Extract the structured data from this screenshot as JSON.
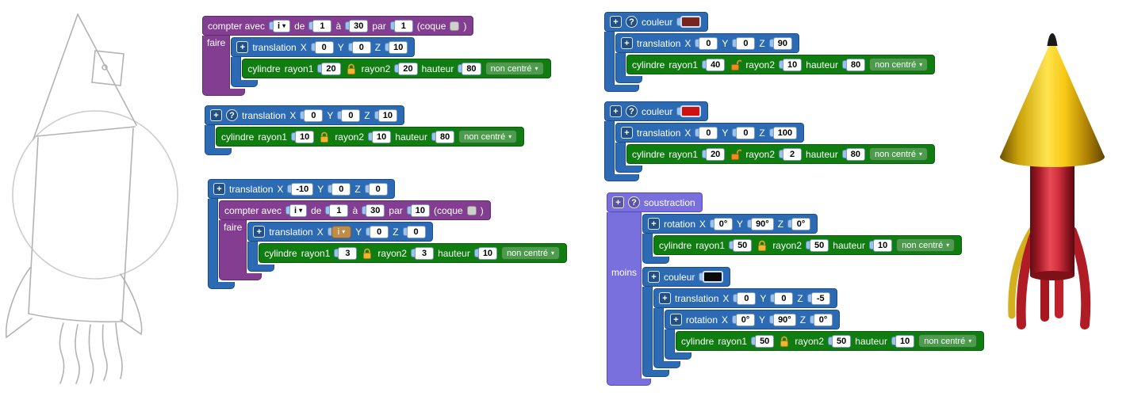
{
  "icons": {
    "plus": "+",
    "help": "?",
    "caret_down": "▾"
  },
  "labels": {
    "compter_avec": "compter avec",
    "de": "de",
    "a": "à",
    "par": "par",
    "coque": "(coque",
    "paren_close": ")",
    "faire": "faire",
    "moins": "moins",
    "translation": "translation",
    "rotation": "rotation",
    "cylindre": "cylindre",
    "couleur": "couleur",
    "soustraction": "soustraction",
    "rayon1": "rayon1",
    "rayon2": "rayon2",
    "hauteur": "hauteur",
    "x": "X",
    "y": "Y",
    "z": "Z"
  },
  "dropdowns": {
    "non_centre": "non centré",
    "var_i": "i"
  },
  "colors": {
    "swatch_dark_red": "#7a2420",
    "swatch_red": "#ce1212",
    "swatch_black": "#0a0a0a"
  },
  "stack1": {
    "loop": {
      "var": "i",
      "from": "1",
      "to": "30",
      "by": "1"
    },
    "translation": {
      "x": "0",
      "y": "0",
      "z": "10"
    },
    "cylindre": {
      "rayon1": "20",
      "rayon2": "20",
      "hauteur": "80",
      "centre": "non centré"
    }
  },
  "stack2": {
    "translation": {
      "x": "0",
      "y": "0",
      "z": "10"
    },
    "cylindre": {
      "rayon1": "10",
      "rayon2": "10",
      "hauteur": "80",
      "centre": "non centré"
    }
  },
  "stack3": {
    "translation": {
      "x": "-10",
      "y": "0",
      "z": "0"
    },
    "loop": {
      "var": "i",
      "from": "1",
      "to": "30",
      "by": "10"
    },
    "inner_translation": {
      "x": "i",
      "y": "0",
      "z": "0"
    },
    "cylindre": {
      "rayon1": "3",
      "rayon2": "3",
      "hauteur": "10",
      "centre": "non centré"
    }
  },
  "stack4": {
    "translation": {
      "x": "0",
      "y": "0",
      "z": "90"
    },
    "cylindre": {
      "rayon1": "40",
      "rayon2": "10",
      "hauteur": "80",
      "centre": "non centré"
    }
  },
  "stack5": {
    "translation": {
      "x": "0",
      "y": "0",
      "z": "100"
    },
    "cylindre": {
      "rayon1": "20",
      "rayon2": "2",
      "hauteur": "80",
      "centre": "non centré"
    }
  },
  "stack6": {
    "rotation1": {
      "x": "0°",
      "y": "90°",
      "z": "0°"
    },
    "cylindre1": {
      "rayon1": "50",
      "rayon2": "50",
      "hauteur": "10",
      "centre": "non centré"
    },
    "translation": {
      "x": "0",
      "y": "0",
      "z": "-5"
    },
    "rotation2": {
      "x": "0°",
      "y": "90°",
      "z": "0°"
    },
    "cylindre2": {
      "rayon1": "50",
      "rayon2": "50",
      "hauteur": "10",
      "centre": "non centré"
    }
  }
}
